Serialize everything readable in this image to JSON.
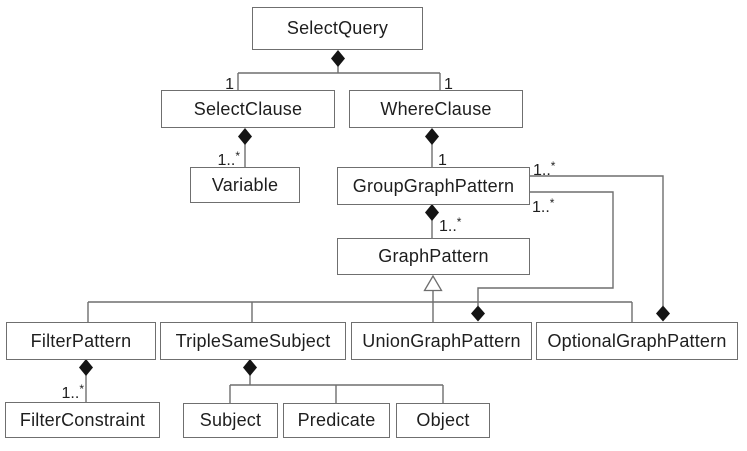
{
  "classes": {
    "select_query": "SelectQuery",
    "select_clause": "SelectClause",
    "where_clause": "WhereClause",
    "variable": "Variable",
    "group_graph_pattern": "GroupGraphPattern",
    "graph_pattern": "GraphPattern",
    "filter_pattern": "FilterPattern",
    "triple_same_subject": "TripleSameSubject",
    "union_graph_pattern": "UnionGraphPattern",
    "optional_graph_pattern": "OptionalGraphPattern",
    "filter_constraint": "FilterConstraint",
    "subject": "Subject",
    "predicate": "Predicate",
    "object": "Object"
  },
  "multiplicities": {
    "selectquery_selectclause": {
      "base": "1"
    },
    "selectquery_whereclause": {
      "base": "1"
    },
    "selectclause_variable": {
      "base": "1..",
      "sup": "*"
    },
    "whereclause_groupgraphpattern": {
      "base": "1"
    },
    "groupgraphpattern_graphpattern": {
      "base": "1..",
      "sup": "*"
    },
    "optionalgraphpattern_groupgraphpattern": {
      "base": "1..",
      "sup": "*"
    },
    "uniongraphpattern_groupgraphpattern": {
      "base": "1..",
      "sup": "*"
    },
    "filterpattern_filterconstraint": {
      "base": "1..",
      "sup": "*"
    }
  },
  "edges": [
    {
      "from": "SelectQuery",
      "to": "SelectClause",
      "type": "composition",
      "multiplicity": "1"
    },
    {
      "from": "SelectQuery",
      "to": "WhereClause",
      "type": "composition",
      "multiplicity": "1"
    },
    {
      "from": "SelectClause",
      "to": "Variable",
      "type": "composition",
      "multiplicity": "1..*"
    },
    {
      "from": "WhereClause",
      "to": "GroupGraphPattern",
      "type": "composition",
      "multiplicity": "1"
    },
    {
      "from": "GroupGraphPattern",
      "to": "GraphPattern",
      "type": "composition",
      "multiplicity": "1..*"
    },
    {
      "from": "FilterPattern",
      "to": "GraphPattern",
      "type": "generalization"
    },
    {
      "from": "TripleSameSubject",
      "to": "GraphPattern",
      "type": "generalization"
    },
    {
      "from": "UnionGraphPattern",
      "to": "GraphPattern",
      "type": "generalization"
    },
    {
      "from": "OptionalGraphPattern",
      "to": "GraphPattern",
      "type": "generalization"
    },
    {
      "from": "UnionGraphPattern",
      "to": "GroupGraphPattern",
      "type": "composition",
      "multiplicity": "1..*"
    },
    {
      "from": "OptionalGraphPattern",
      "to": "GroupGraphPattern",
      "type": "composition",
      "multiplicity": "1..*"
    },
    {
      "from": "FilterPattern",
      "to": "FilterConstraint",
      "type": "composition",
      "multiplicity": "1..*"
    },
    {
      "from": "TripleSameSubject",
      "to": "Subject",
      "type": "composition"
    },
    {
      "from": "TripleSameSubject",
      "to": "Predicate",
      "type": "composition"
    },
    {
      "from": "TripleSameSubject",
      "to": "Object",
      "type": "composition"
    }
  ],
  "colors": {
    "background": "#ffffff",
    "box_border": "#6f6f6f",
    "box_fill": "#ffffff",
    "connector_line": "#6e6e6e",
    "composition_diamond": "#141414",
    "text": "#1e1e1e"
  }
}
